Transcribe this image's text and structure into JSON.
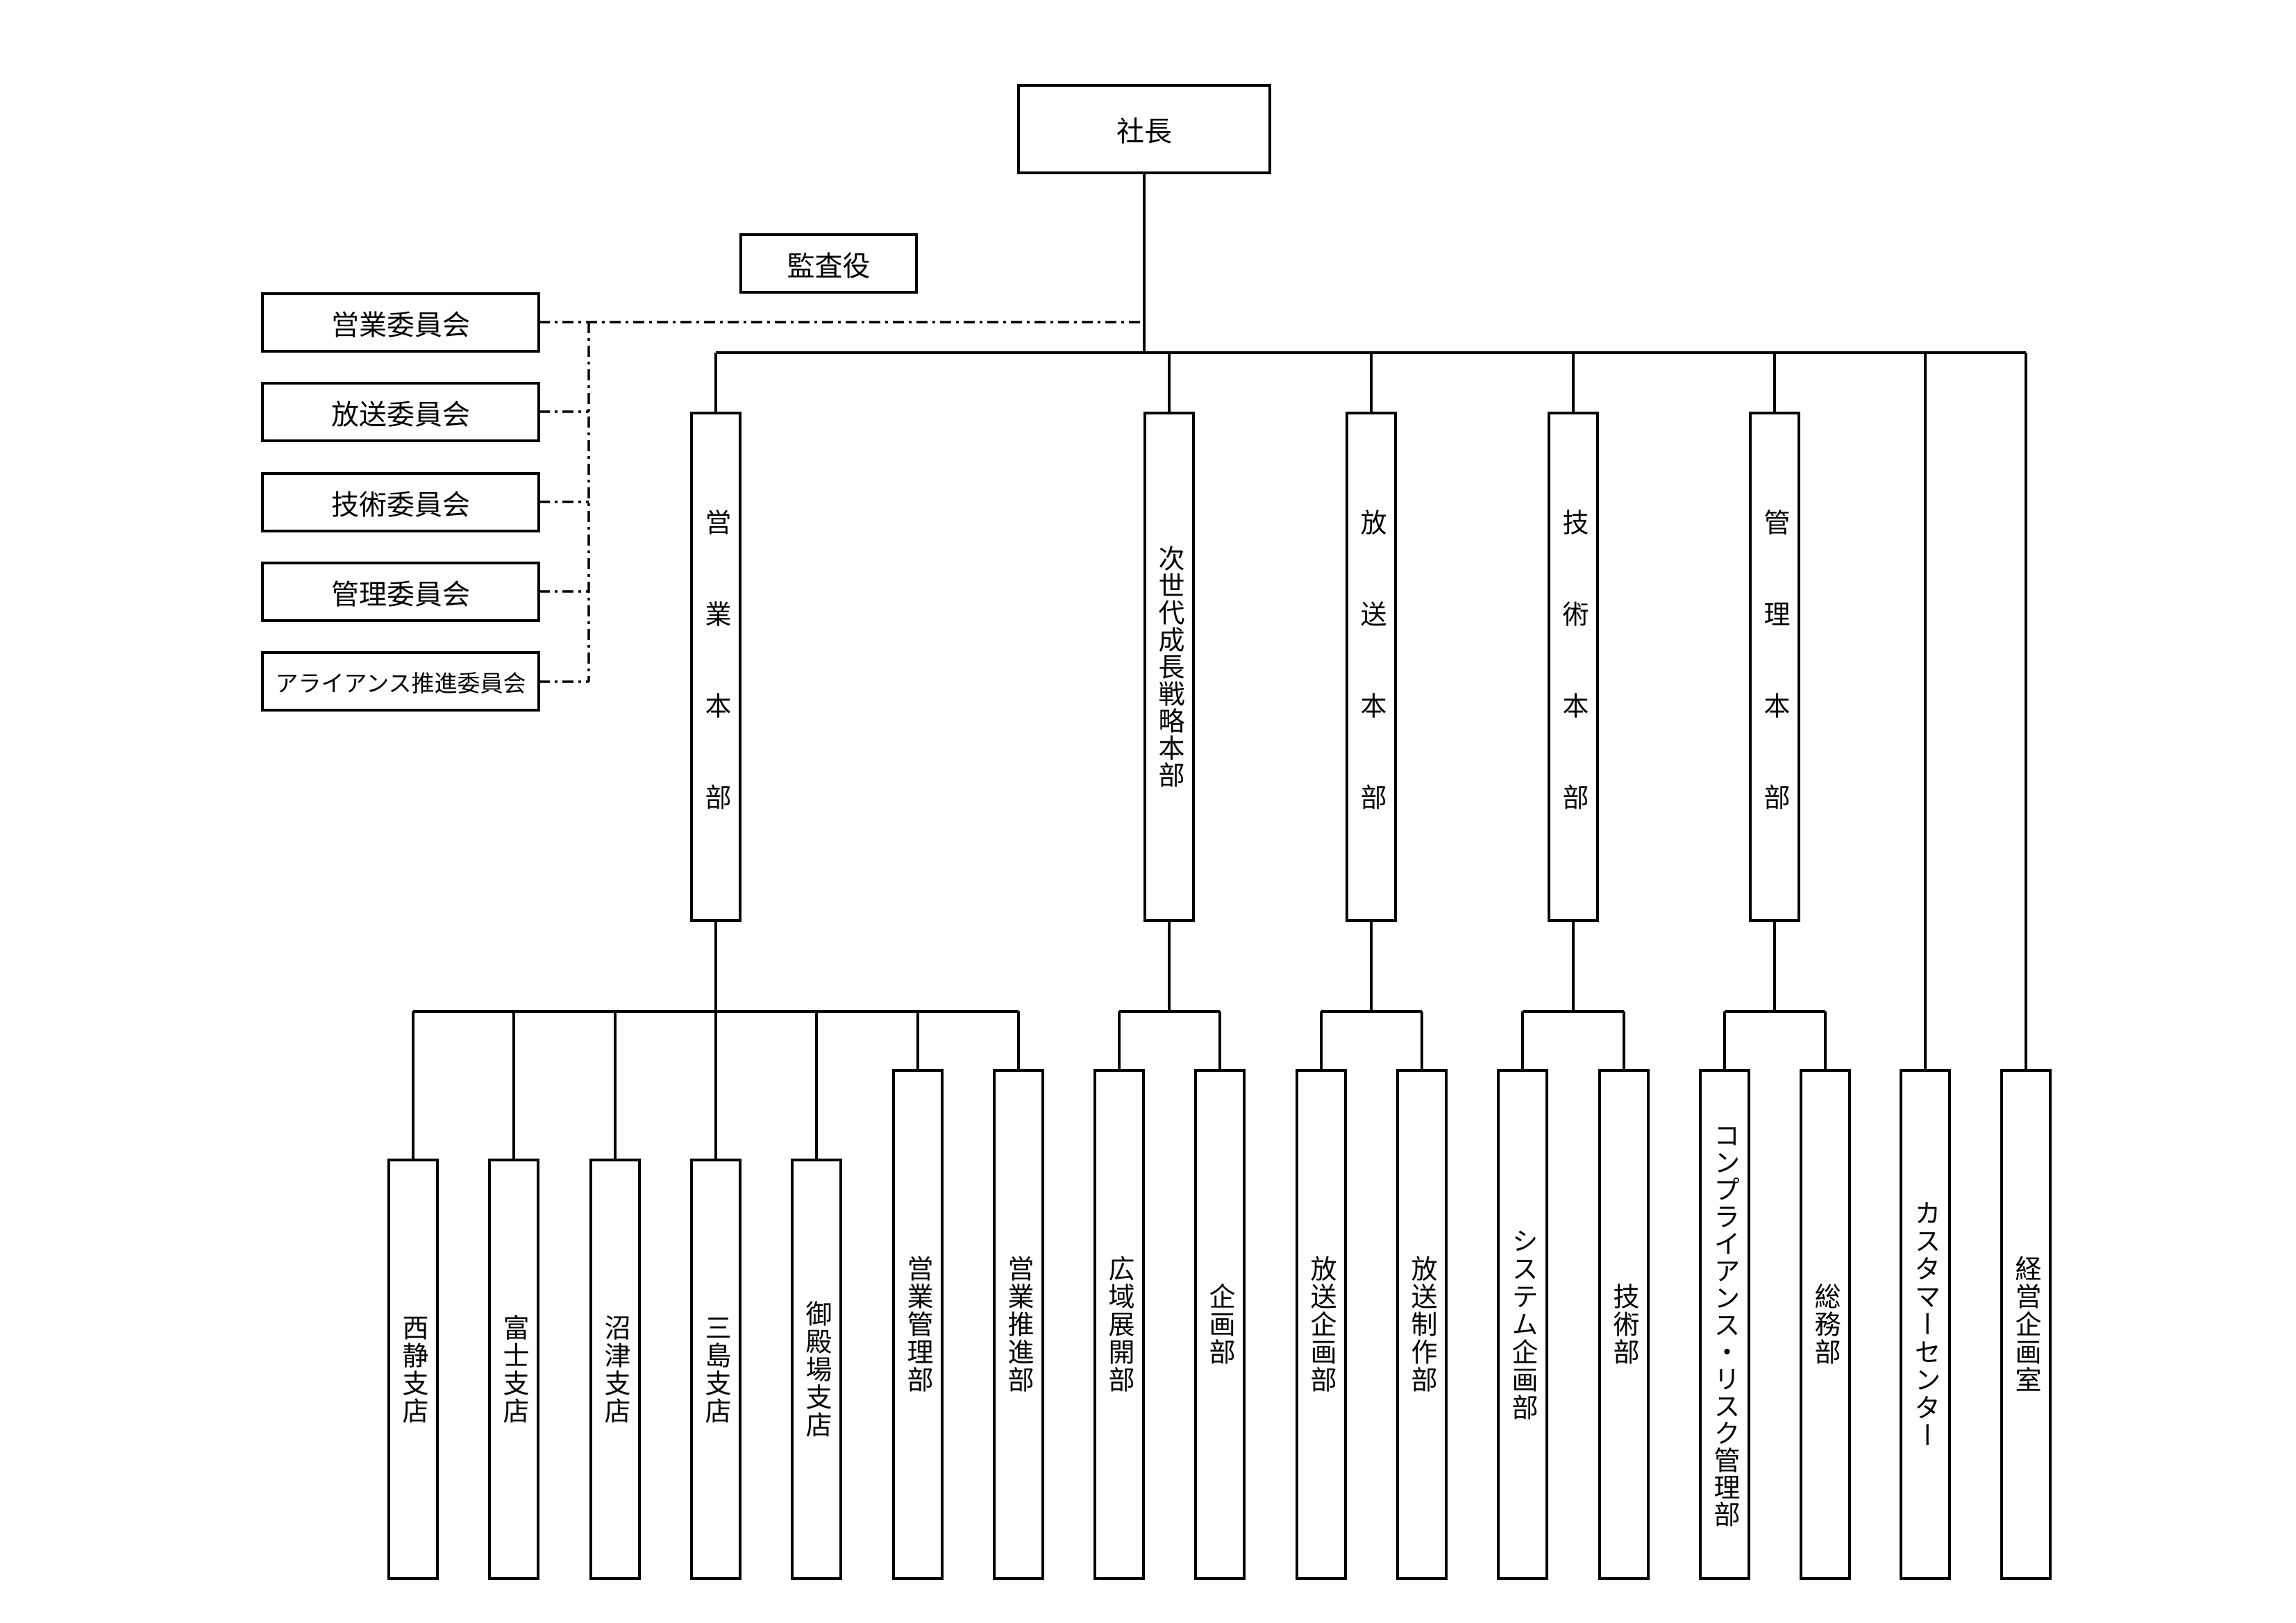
{
  "president": "社長",
  "auditor": "監査役",
  "committees": [
    "営業委員会",
    "放送委員会",
    "技術委員会",
    "管理委員会",
    "アライアンス推進委員会"
  ],
  "divisions": [
    "営業本部",
    "次世代成長戦略本部",
    "放送本部",
    "技術本部",
    "管理本部"
  ],
  "sales_units": [
    "西静支店",
    "富士支店",
    "沼津支店",
    "三島支店",
    "御殿場支店",
    "営業管理部",
    "営業推進部"
  ],
  "strategy_units": [
    "広域展開部",
    "企画部"
  ],
  "broadcast_units": [
    "放送企画部",
    "放送制作部"
  ],
  "tech_units": [
    "システム企画部",
    "技術部"
  ],
  "admin_units": [
    "コンプライアンス・リスク管理部",
    "総務部"
  ],
  "direct_units": [
    "カスタマーセンター",
    "経営企画室"
  ]
}
